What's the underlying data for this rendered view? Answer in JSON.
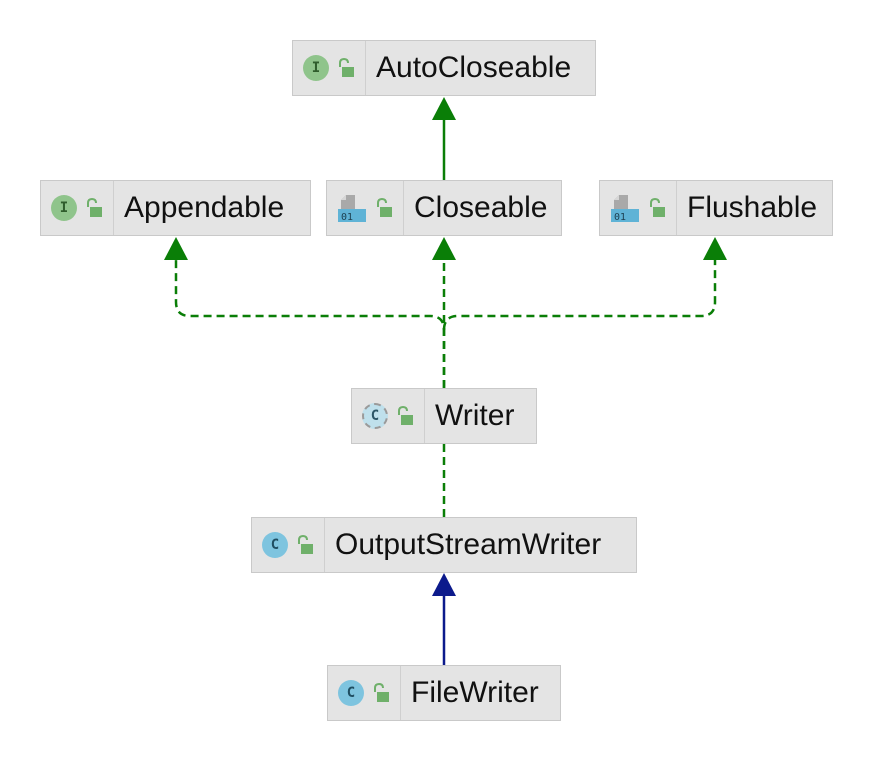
{
  "nodes": {
    "autocloseable": {
      "label": "AutoCloseable",
      "kind": "interface",
      "kind_letter": "I"
    },
    "appendable": {
      "label": "Appendable",
      "kind": "interface",
      "kind_letter": "I"
    },
    "closeable": {
      "label": "Closeable",
      "kind": "class-file",
      "kind_text": "01"
    },
    "flushable": {
      "label": "Flushable",
      "kind": "class-file",
      "kind_text": "01"
    },
    "writer": {
      "label": "Writer",
      "kind": "abstract-class",
      "kind_letter": "C"
    },
    "outputstreamwriter": {
      "label": "OutputStreamWriter",
      "kind": "class",
      "kind_letter": "C"
    },
    "filewriter": {
      "label": "FileWriter",
      "kind": "class",
      "kind_letter": "C"
    }
  },
  "edges": [
    {
      "from": "closeable",
      "to": "autocloseable",
      "style": "solid",
      "color": "#0a7e07"
    },
    {
      "from": "writer",
      "to": "appendable",
      "style": "dashed",
      "color": "#0a7e07"
    },
    {
      "from": "writer",
      "to": "closeable",
      "style": "dashed",
      "color": "#0a7e07"
    },
    {
      "from": "writer",
      "to": "flushable",
      "style": "dashed",
      "color": "#0a7e07"
    },
    {
      "from": "outputstreamwriter",
      "to": "writer",
      "style": "dashed",
      "color": "#0a7e07"
    },
    {
      "from": "filewriter",
      "to": "outputstreamwriter",
      "style": "solid",
      "color": "#0c1a8c"
    }
  ],
  "colors": {
    "implements": "#0a7e07",
    "extends": "#0c1a8c",
    "node_bg": "#e4e4e4",
    "lock": "#6fb06a"
  },
  "icons": {
    "lock": "unlocked-padlock-icon",
    "file": "class-file-icon"
  }
}
